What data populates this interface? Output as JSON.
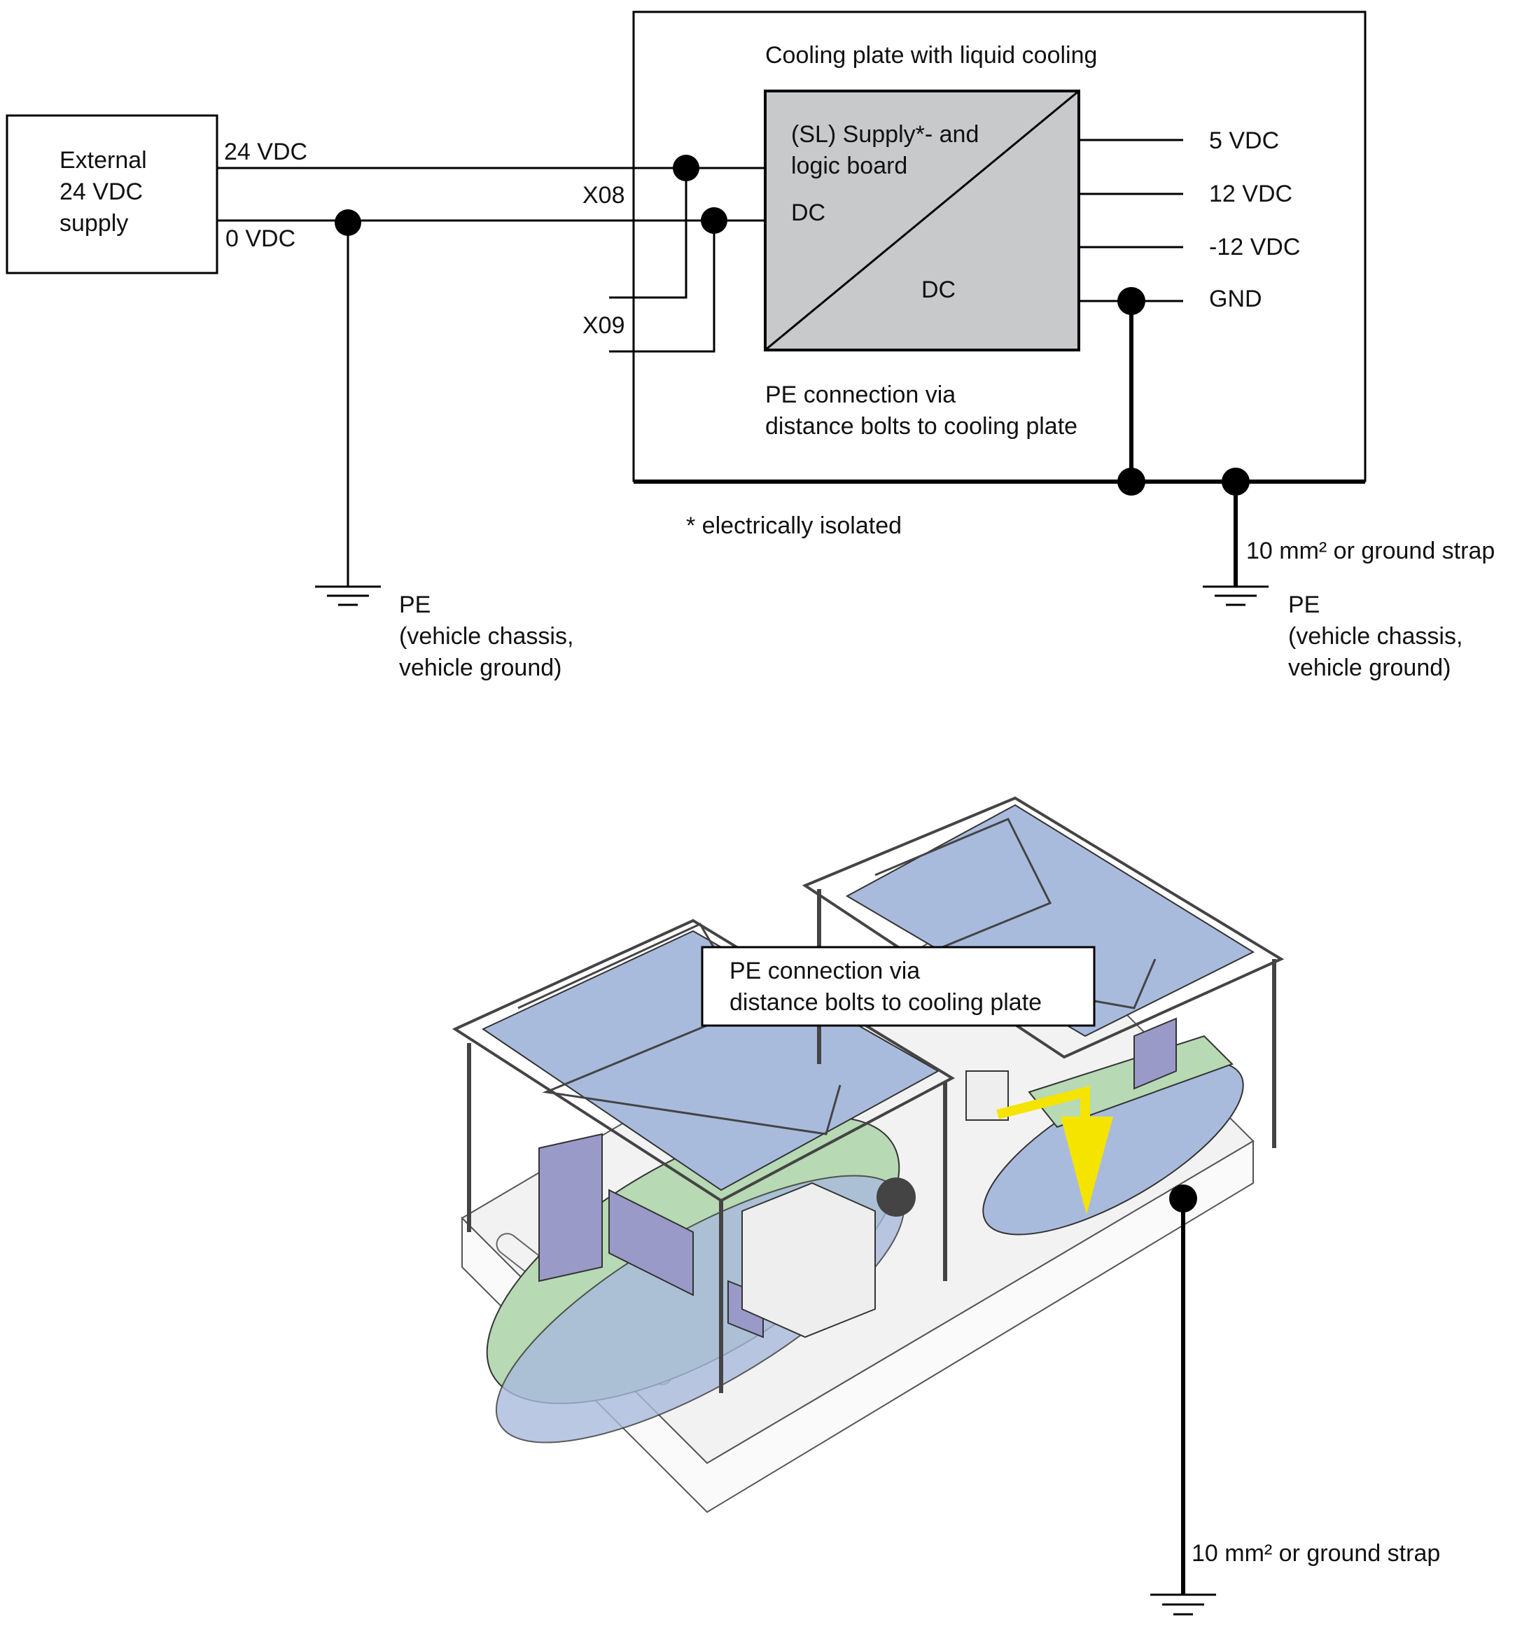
{
  "schematic": {
    "supply_box": {
      "line1": "External",
      "line2": "24 VDC",
      "line3": "supply"
    },
    "wire_24v": "24 VDC",
    "wire_0v": "0 VDC",
    "connector_x08": "X08",
    "connector_x09": "X09",
    "cooling_plate_title": "Cooling plate with liquid cooling",
    "board": {
      "line1": "(SL) Supply*- and",
      "line2": "logic board",
      "dc_in": "DC",
      "dc_out": "DC"
    },
    "outputs": [
      "5 VDC",
      "12 VDC",
      "-12 VDC",
      "GND"
    ],
    "pe_note": {
      "line1": "PE connection via",
      "line2": "distance bolts to cooling plate"
    },
    "isolated_note": "* electrically isolated",
    "strap_top": "10 mm² or ground strap",
    "pe_left": {
      "line1": "PE",
      "line2": "(vehicle chassis,",
      "line3": "vehicle ground)"
    },
    "pe_right": {
      "line1": "PE",
      "line2": "(vehicle chassis,",
      "line3": "vehicle ground)"
    }
  },
  "assembly": {
    "callout": {
      "line1": "PE connection via",
      "line2": "distance bolts to cooling plate"
    },
    "strap_bottom": "10 mm²  or ground strap"
  },
  "colors": {
    "board_gray": "#c8c9cb",
    "pcb_blue": "#a9bbdd",
    "pcb_green": "#b7d9b4",
    "component_purple": "#9a9ac8",
    "arrow_yellow": "#f5e400"
  }
}
